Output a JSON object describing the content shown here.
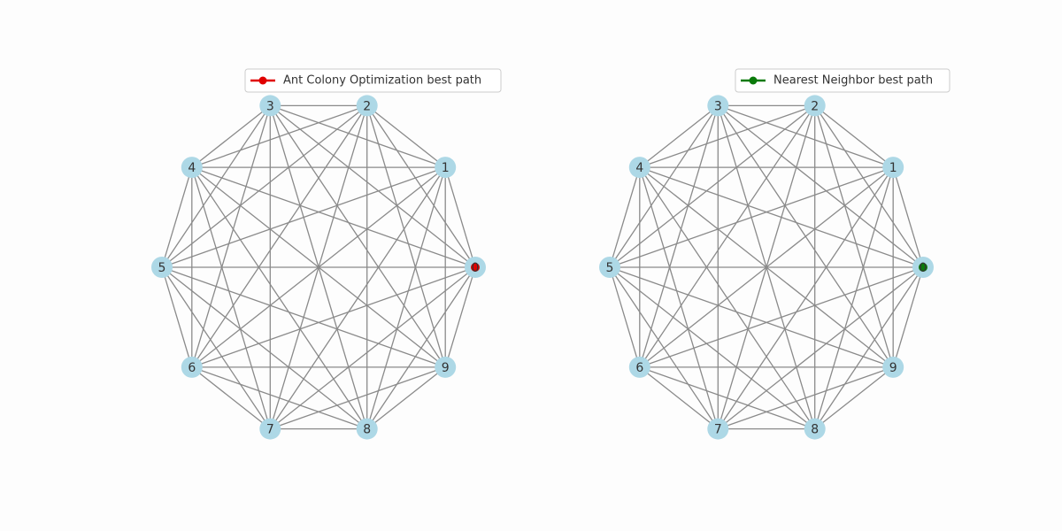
{
  "panels": [
    {
      "id": "aco",
      "legend_label": "Ant Colony Optimization best path",
      "path_color": "#e00000",
      "nodes": [
        "0",
        "1",
        "2",
        "3",
        "4",
        "5",
        "6",
        "7",
        "8",
        "9"
      ],
      "best_path": [
        "0"
      ]
    },
    {
      "id": "nn",
      "legend_label": "Nearest Neighbor best path",
      "path_color": "#0a7a0a",
      "nodes": [
        "0",
        "1",
        "2",
        "3",
        "4",
        "5",
        "6",
        "7",
        "8",
        "9"
      ],
      "best_path": [
        "0"
      ]
    }
  ],
  "colors": {
    "edge": "#8a8a8a",
    "node": "#add8e6",
    "background": "#fdfdfd"
  }
}
